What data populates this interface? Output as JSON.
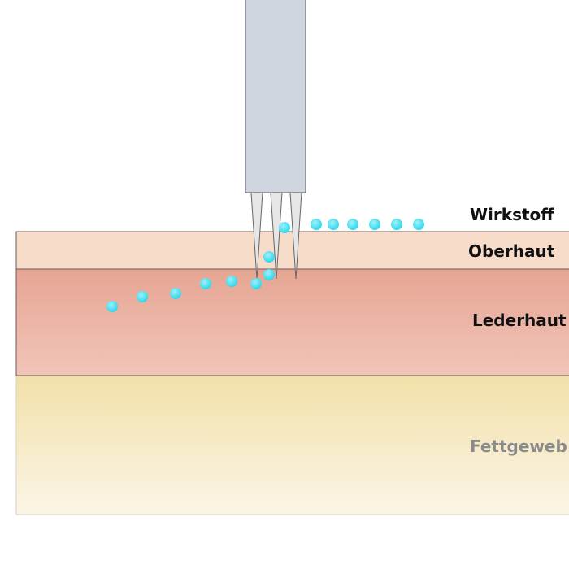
{
  "layers": {
    "active_ingredient": "Wirkstoff",
    "epidermis": "Oberhaut",
    "dermis": "Lederhaut",
    "fat_tissue": "Fettgeweb"
  },
  "colors": {
    "device_body": "#cfd6e0",
    "device_outline": "#6a6f78",
    "needle": "#e6e6e6",
    "droplet": "#2fd6ea",
    "epidermis": "#f7dcca",
    "dermis_top": "#e6a593",
    "dermis_bottom": "#f1c5b8",
    "fat_top": "#f2e0a8",
    "fat_bottom": "#fbf5e6",
    "label_dark": "#111111",
    "label_grey": "#8a8a8a"
  }
}
